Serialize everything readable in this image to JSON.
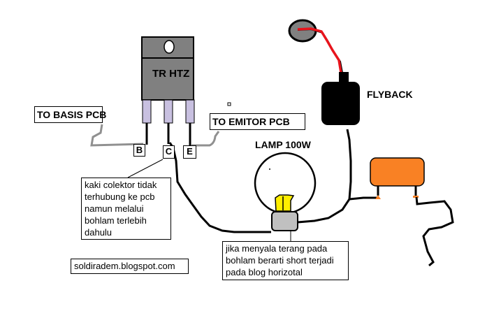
{
  "diagram": {
    "transistor": {
      "label": "TR HTZ",
      "body_color": "#808080",
      "leg_color": "#c8c0e0"
    },
    "pins": {
      "base": "B",
      "collector": "C",
      "emitter": "E"
    },
    "labels": {
      "to_basis": "TO BASIS PCB",
      "to_emitor": "TO EMITOR  PCB",
      "lamp": "LAMP 100W",
      "flyback": "FLYBACK"
    },
    "notes": {
      "collector_note": "kaki colektor tidak terhubung ke pcb namun melalui bohlam terlebih dahulu",
      "lamp_note": "jika menyala terang pada bohlam berarti short terjadi pada blog horizotal",
      "site": "soldiradem.blogspot.com"
    },
    "colors": {
      "hv_wire": "#e8141c",
      "capacitor": "#f98124",
      "lamp_filament": "#ffee00",
      "lamp_base": "#c0c0c0",
      "pcb_wire": "#909090",
      "suction_cup": "#808080"
    }
  }
}
